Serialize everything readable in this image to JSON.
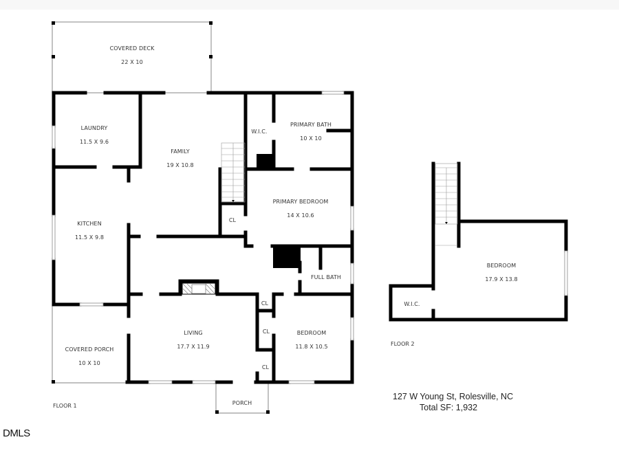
{
  "floorplan": {
    "floor1": {
      "label": "FLOOR 1",
      "rooms": [
        {
          "name": "COVERED DECK",
          "dims": "22 X 10"
        },
        {
          "name": "LAUNDRY",
          "dims": "11.5 X 9.6"
        },
        {
          "name": "FAMILY",
          "dims": "19 X 10.8"
        },
        {
          "name": "W.I.C.",
          "dims": ""
        },
        {
          "name": "PRIMARY BATH",
          "dims": "10 X 10"
        },
        {
          "name": "PRIMARY BEDROOM",
          "dims": "14 X 10.6"
        },
        {
          "name": "KITCHEN",
          "dims": "11.5 X 9.8"
        },
        {
          "name": "CL",
          "dims": ""
        },
        {
          "name": "FULL BATH",
          "dims": ""
        },
        {
          "name": "CL",
          "dims": ""
        },
        {
          "name": "CL",
          "dims": ""
        },
        {
          "name": "CL",
          "dims": ""
        },
        {
          "name": "LIVING",
          "dims": "17.7 X 11.9"
        },
        {
          "name": "BEDROOM",
          "dims": "11.8 X 10.5"
        },
        {
          "name": "COVERED PORCH",
          "dims": "10 X 10"
        },
        {
          "name": "PORCH",
          "dims": ""
        }
      ]
    },
    "floor2": {
      "label": "FLOOR 2",
      "rooms": [
        {
          "name": "BEDROOM",
          "dims": "17.9 X 13.8"
        },
        {
          "name": "W.I.C.",
          "dims": ""
        }
      ]
    },
    "address": "127 W Young St, Rolesville, NC",
    "total_sf": "Total SF: 1,932",
    "logo": "DMLS",
    "colors": {
      "wall": "#000000",
      "outline": "#9a9a9a",
      "window": "#ffffff",
      "background": "#ffffff"
    }
  }
}
